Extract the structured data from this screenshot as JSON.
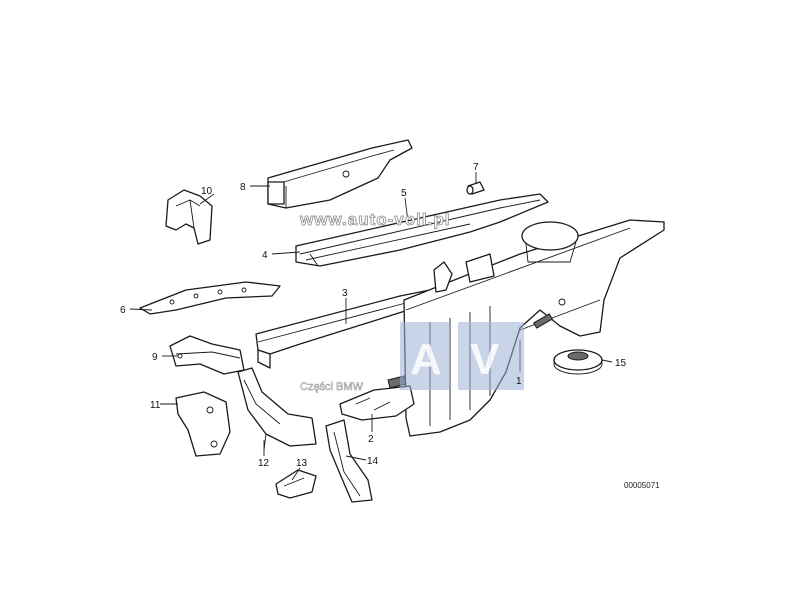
{
  "diagram": {
    "callouts": [
      "1",
      "2",
      "3",
      "4",
      "5",
      "6",
      "7",
      "8",
      "9",
      "10",
      "11",
      "12",
      "13",
      "14",
      "15"
    ],
    "document_number": "00005071"
  },
  "watermark": {
    "url": "www.auto-voll.pl",
    "caption": "Części BMW",
    "logo_letters": [
      "A",
      "V"
    ],
    "logo_color": "#9fb0d6"
  }
}
